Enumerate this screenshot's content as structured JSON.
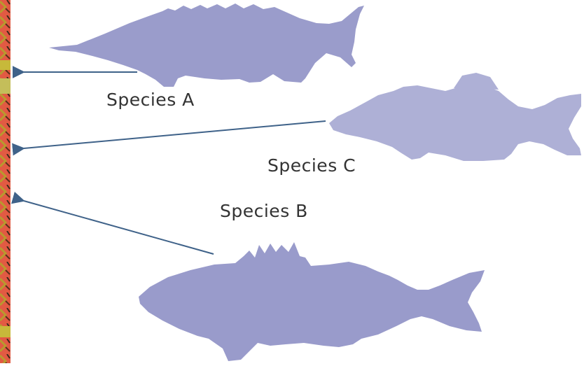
{
  "labels": {
    "species_a": "Species A",
    "species_b": "Species B",
    "species_c": "Species C"
  },
  "colors": {
    "fish_sturgeon": "#9a9ccb",
    "fish_goby": "#aeb0d6",
    "fish_perch": "#999bcb",
    "arrow": "#3f6289",
    "strip_base": "#e25a43",
    "strip_marks": "#b8a830"
  },
  "icons": {
    "fish_a": "sturgeon-silhouette-icon",
    "fish_b": "perch-silhouette-icon",
    "fish_c": "goby-silhouette-icon",
    "strip": "colorful-strip-edge"
  }
}
